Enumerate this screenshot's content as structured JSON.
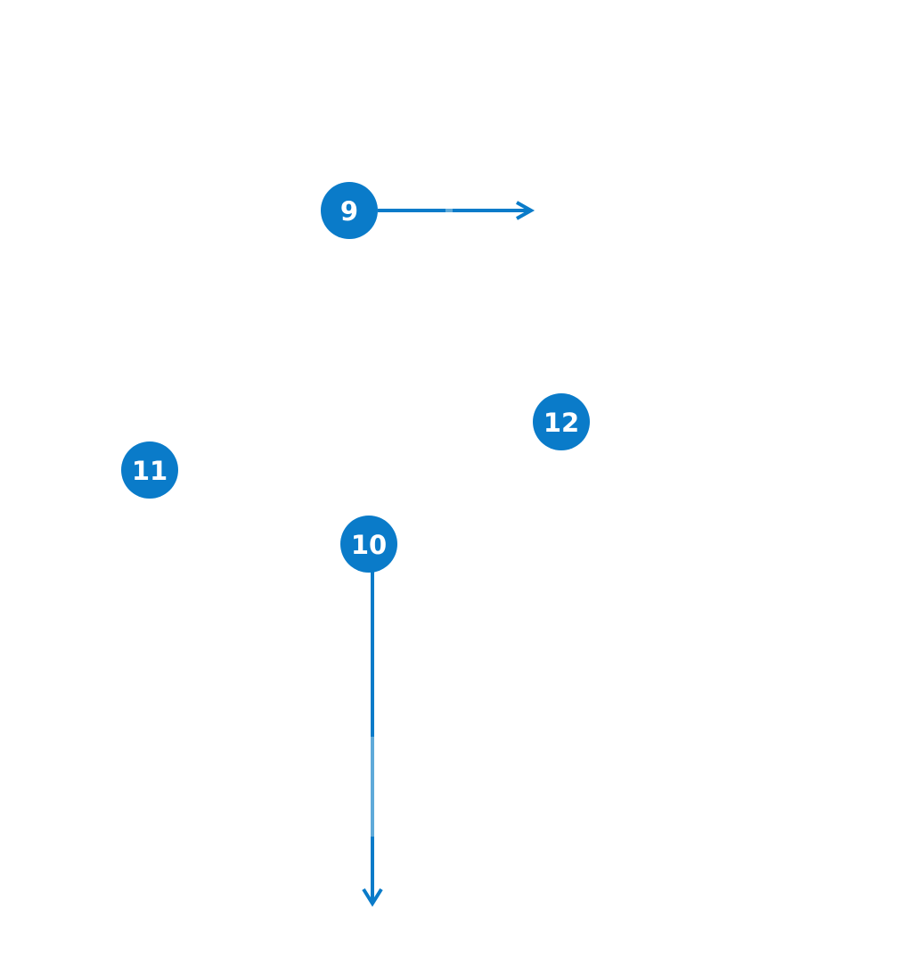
{
  "colors": {
    "accent": "#0A7BC9",
    "accent_light": "#5FAAD9",
    "background": "#FFFFFF",
    "label_text": "#FFFFFF"
  },
  "markers": [
    {
      "id": "marker-9",
      "label": "9"
    },
    {
      "id": "marker-10",
      "label": "10"
    },
    {
      "id": "marker-11",
      "label": "11"
    },
    {
      "id": "marker-12",
      "label": "12"
    }
  ]
}
